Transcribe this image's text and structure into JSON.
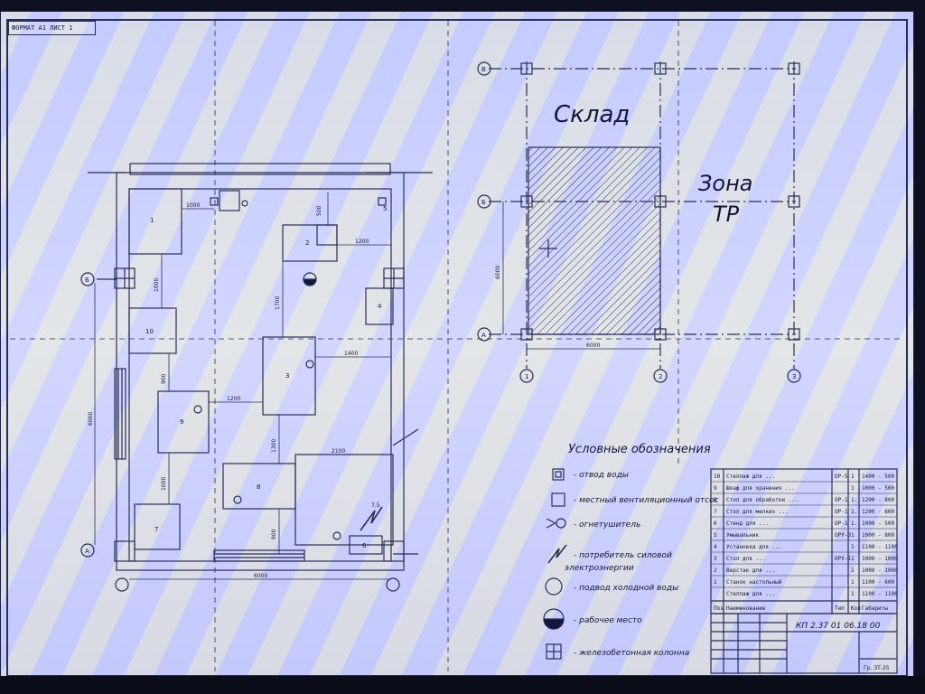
{
  "stamp_tag": "ФОРМАТ А1 ЛИСТ 1",
  "floor_plan": {
    "room_numbers": [
      "1",
      "2",
      "3",
      "4",
      "5",
      "6",
      "7",
      "8",
      "9",
      "10"
    ],
    "dims": {
      "d_top_a": "1000",
      "d_top_v": "500",
      "d_right_a": "1200",
      "d_left_v1": "1000",
      "d_mid_v": "1700",
      "d_right_b": "1400",
      "d_left_v2": "900",
      "d_mid_h": "1200",
      "d_mid_v2": "1300",
      "d_left_v3": "1000",
      "d_right_c": "2100",
      "d_mid_v3": "900",
      "d_bottom": "6000",
      "d_left_total": "6000",
      "d_power": "7,5"
    },
    "axis_labels": {
      "left": "Б",
      "bottom_left": "А"
    }
  },
  "site_plan": {
    "warehouse_label": "Склад",
    "zone_label_1": "Зона",
    "zone_label_2": "ТР",
    "axis_rows": [
      "В",
      "Б",
      "А"
    ],
    "axis_cols": [
      "1",
      "2",
      "3"
    ],
    "dim_vertical": "6000",
    "dim_horizontal": "6000"
  },
  "legend": {
    "title": "Условные обозначения",
    "items": [
      {
        "icon": "water-drain-icon",
        "label": "- отвод воды"
      },
      {
        "icon": "vent-exhaust-icon",
        "label": "- местный вентиляционный отсос"
      },
      {
        "icon": "fire-extinguisher-icon",
        "label": "- огнетушитель"
      },
      {
        "icon": "power-consumer-icon",
        "label": "- потребитель силовой"
      },
      {
        "icon": "",
        "label": "электроэнергии"
      },
      {
        "icon": "cold-water-icon",
        "label": "- подвод холодной воды"
      },
      {
        "icon": "workplace-icon",
        "label": "- рабочее место"
      },
      {
        "icon": "column-icon",
        "label": "- железобетонная колонна"
      }
    ]
  },
  "spec_table": {
    "rows": [
      [
        "10",
        "Стеллаж для ...",
        "ОР-5",
        "1",
        "1400 - 500"
      ],
      [
        "9",
        "Шкаф для хранения ...",
        "",
        "1",
        "1000 - 500"
      ],
      [
        "8",
        "Стол для обработки ...",
        "ОР-1 ...",
        "1",
        "1200 - 800"
      ],
      [
        "7",
        "Стол для мелких ...",
        "ОР-1 ...",
        "1",
        "1200 - 800"
      ],
      [
        "6",
        "Стенд для ...",
        "ОР-1 ...",
        "1",
        "1000 - 500"
      ],
      [
        "5",
        "Умывальник",
        "ОРУ-3",
        "1",
        "1000 - 800"
      ],
      [
        "4",
        "Установка для ...",
        "",
        "1",
        "1100 - 1100"
      ],
      [
        "3",
        "Стол для ...",
        "ОРУ-1",
        "1",
        "1000 - 1000"
      ],
      [
        "2",
        "Верстак для ...",
        "",
        "1",
        "1000 - 1000"
      ],
      [
        "1",
        "Станок настольный",
        "",
        "1",
        "1100 - 600"
      ],
      [
        "",
        "Стеллаж для ...",
        "",
        "1",
        "1100 - 1100"
      ]
    ],
    "header": [
      "Поз",
      "Наименование",
      "Тип",
      "Кол",
      "Габариты"
    ],
    "doc_code": "КП 2.37 01 06.18 00",
    "group": "Гр. ЗТ-25"
  }
}
